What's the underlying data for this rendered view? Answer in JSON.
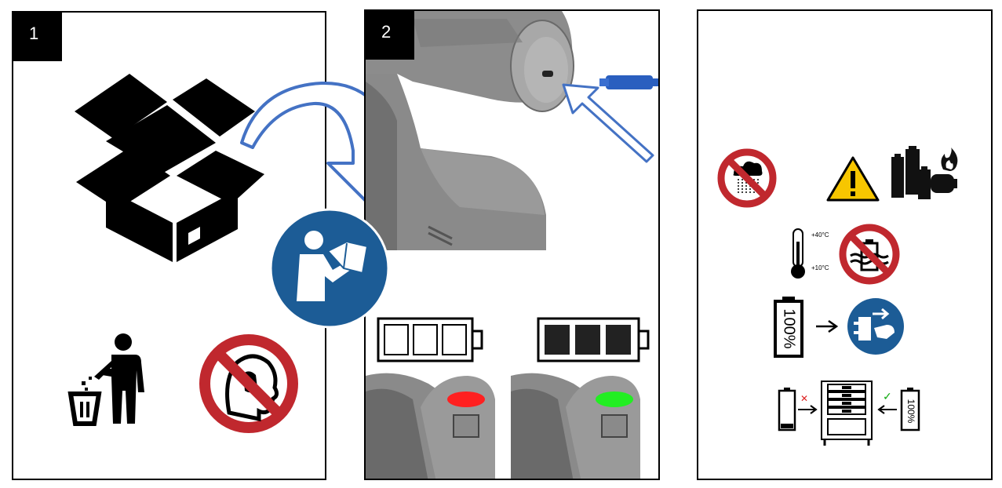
{
  "panels": {
    "panel1": {
      "number": "1"
    },
    "panel2": {
      "number": "2"
    }
  },
  "temperature": {
    "max": "+40°C",
    "min": "+10°C"
  },
  "battery": {
    "full_text": "100%"
  },
  "colors": {
    "indicator_red": "#ff2020",
    "indicator_green": "#22ee22",
    "mandatory_blue": "#1c5c96",
    "prohibition_red": "#c0282e",
    "warning_yellow": "#f7c600",
    "arrow_blue": "#4472c4",
    "tool_grey": "#8c8c8c"
  },
  "icons": [
    "open-box-icon",
    "curved-arrow-icon",
    "read-manual-icon",
    "trash-disposal-icon",
    "no-children-icon",
    "usb-cable-icon",
    "battery-empty-icon",
    "battery-full-icon",
    "no-rain-icon",
    "warning-icon",
    "battery-fire-icon",
    "thermometer-icon",
    "no-water-battery-icon",
    "unplug-icon",
    "recycling-cabinet-icon"
  ]
}
